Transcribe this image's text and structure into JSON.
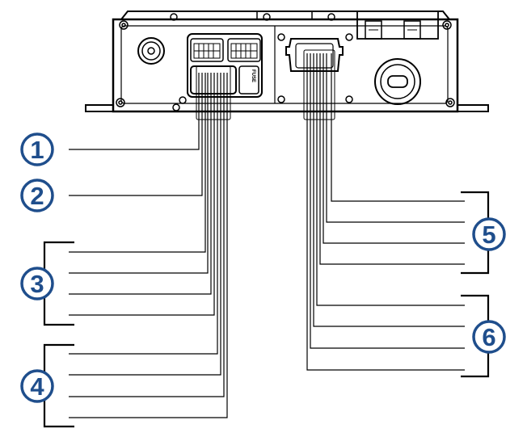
{
  "module": {
    "fuse_label": "FUSE"
  },
  "callouts": [
    {
      "id": "c1",
      "label": "1"
    },
    {
      "id": "c2",
      "label": "2"
    },
    {
      "id": "c3",
      "label": "3"
    },
    {
      "id": "c4",
      "label": "4"
    },
    {
      "id": "c5",
      "label": "5"
    },
    {
      "id": "c6",
      "label": "6"
    }
  ],
  "colors": {
    "callout": "#1f4e8c",
    "line": "#000000"
  }
}
